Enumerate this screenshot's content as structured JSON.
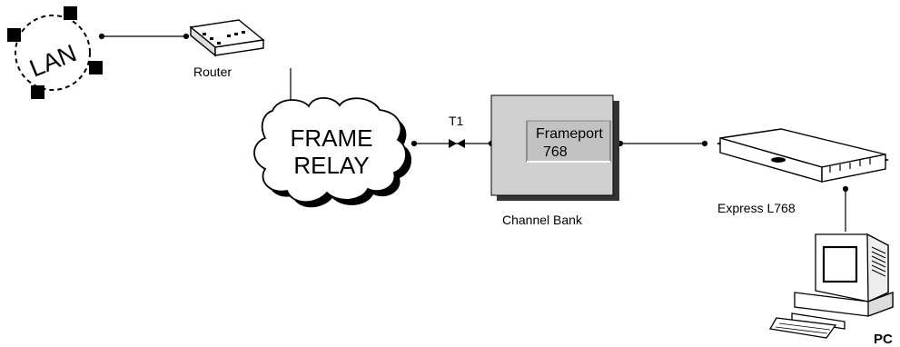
{
  "nodes": {
    "lan": {
      "label": "LAN"
    },
    "router": {
      "label": "Router"
    },
    "frame_relay": {
      "line1": "FRAME",
      "line2": "RELAY"
    },
    "t1_link": {
      "label": "T1"
    },
    "channel_bank": {
      "label": "Channel Bank",
      "display_line1": "Frameport",
      "display_line2": "768"
    },
    "express": {
      "label": "Express L768"
    },
    "pc": {
      "label": "PC"
    }
  }
}
